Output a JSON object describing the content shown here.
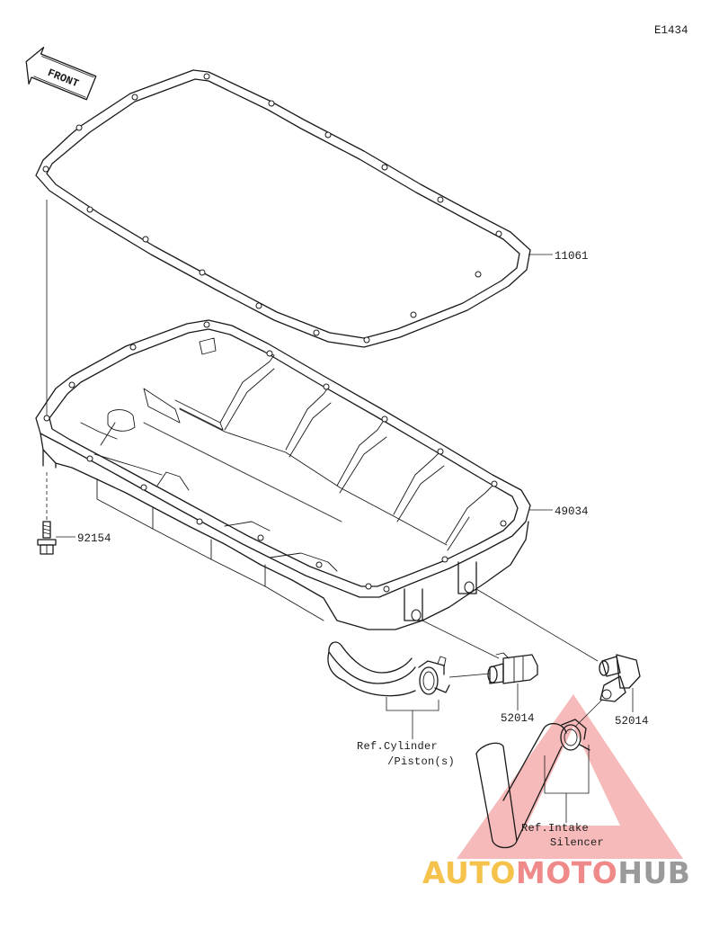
{
  "diagram_code": "E1434",
  "front_label": "FRONT",
  "parts": [
    {
      "part_number": "11061"
    },
    {
      "part_number": "49034"
    },
    {
      "part_number": "92154"
    },
    {
      "part_number": "52014"
    },
    {
      "part_number": "52014"
    }
  ],
  "references": [
    {
      "line1": "Ref.Cylinder",
      "line2": "/Piston(s)"
    },
    {
      "line1": "Ref.Intake",
      "line2": "Silencer"
    }
  ],
  "watermark": {
    "part_auto": "AUTO",
    "part_moto": "MOTO",
    "part_hub": "HUB",
    "color_auto": "#f5c24b",
    "color_moto": "#f08a8a",
    "color_hub": "#9a9a9a",
    "triangle_color": "#f28c8c"
  }
}
